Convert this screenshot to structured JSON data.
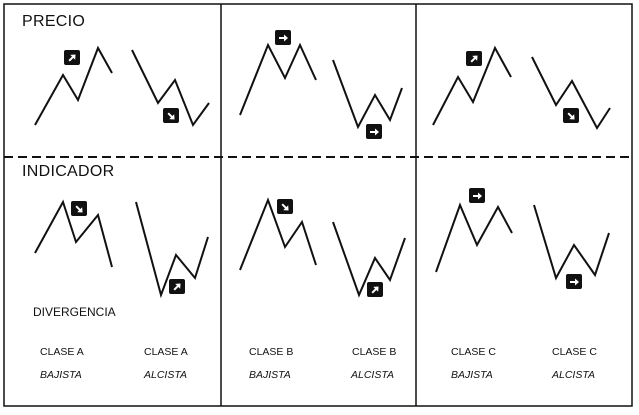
{
  "labels": {
    "precio": "PRECIO",
    "indicador": "INDICADOR",
    "divergencia": "DIVERGENCIA"
  },
  "columns": [
    {
      "clase": "CLASE A",
      "tipo": "BAJISTA"
    },
    {
      "clase": "CLASE A",
      "tipo": "ALCISTA"
    },
    {
      "clase": "CLASE B",
      "tipo": "BAJISTA"
    },
    {
      "clase": "CLASE B",
      "tipo": "ALCISTA"
    },
    {
      "clase": "CLASE C",
      "tipo": "BAJISTA"
    },
    {
      "clase": "CLASE C",
      "tipo": "ALCISTA"
    }
  ],
  "arrows": {
    "price": [
      "up-right",
      "down-right",
      "right",
      "right",
      "up-right",
      "down-right"
    ],
    "indicator": [
      "down-right",
      "up-right",
      "down-right",
      "up-right",
      "right",
      "right"
    ]
  },
  "colors": {
    "line": "#111111",
    "badge": "#111111",
    "badge_glyph": "#ffffff"
  }
}
